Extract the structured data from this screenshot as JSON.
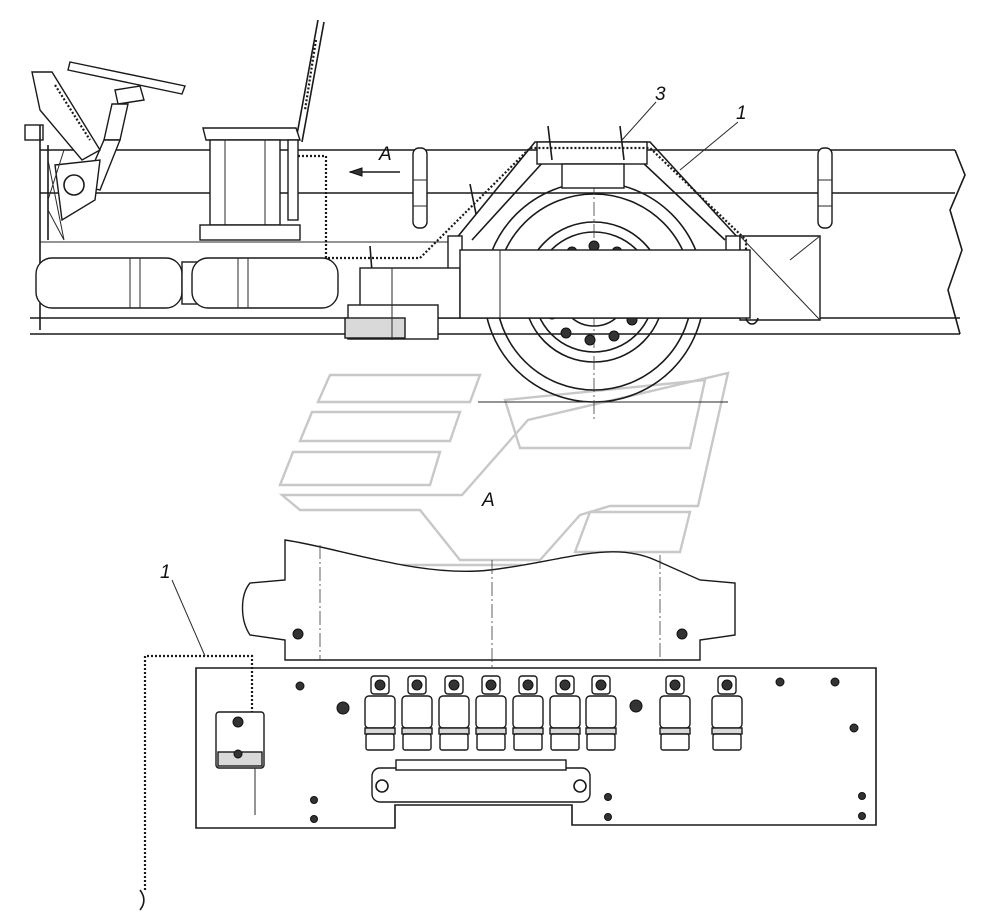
{
  "callouts": {
    "harness_top": "1",
    "bracket_top": "3",
    "view_arrow": "A",
    "view_title": "A",
    "harness_bottom": "1"
  }
}
